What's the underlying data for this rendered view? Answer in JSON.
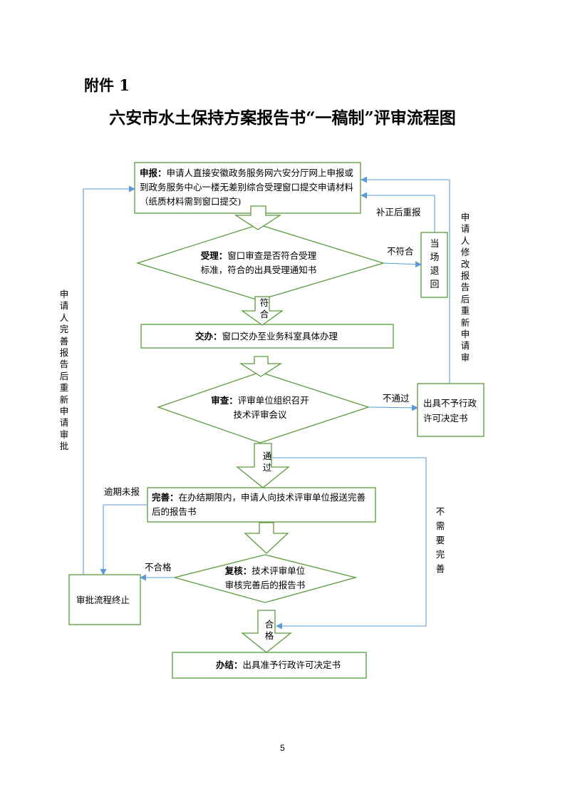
{
  "header": {
    "attachment": "附件 1",
    "title": "六安市水土保持方案报告书“一稿制”评审流程图"
  },
  "nodes": {
    "apply": {
      "head": "申报：",
      "text": "申请人直接安徽政务服务网六安分厅网上申报或到政务服务中心一楼无差别综合受理窗口提交申请材料（纸质材料需到窗口提交)"
    },
    "accept": {
      "head": "受理：",
      "line1": "窗口审查是否符合受理",
      "line2": "标准，符合的出具受理通知书"
    },
    "hand": {
      "head": "交办：",
      "text": "窗口交办至业务科室具体办理"
    },
    "review": {
      "head": "审查：",
      "line1": "评审单位组织召开",
      "line2": "技术评审会议"
    },
    "improve": {
      "head": "完善：",
      "text": "在办结期限内，申请人向技术评审单位报送完善后的报告书"
    },
    "recheck": {
      "head": "复核：",
      "line1": "技术评审单位",
      "line2": "审核完善后的报告书"
    },
    "finish": {
      "head": "办结：",
      "text": "出具准予行政许可决定书"
    },
    "reject_onsite": "当场退回",
    "not_granted": "出具不予行政许可决定书",
    "terminate": "审批流程终止"
  },
  "labels": {
    "correct_resubmit": "补正后重报",
    "not_conform": "不符合",
    "conform": "符合",
    "not_pass": "不通过",
    "pass": "通过",
    "overdue": "逾期未报",
    "unqualified": "不合格",
    "qualified": "合格",
    "no_need_improve": "不需要完善",
    "left_loop": "申请人完善报告后重新申请审批",
    "right_loop": "申请人修改报告后重新申请审"
  },
  "page_number": "5",
  "colors": {
    "node_stroke": "#5a9a3c",
    "connector": "#5b9bd5"
  }
}
